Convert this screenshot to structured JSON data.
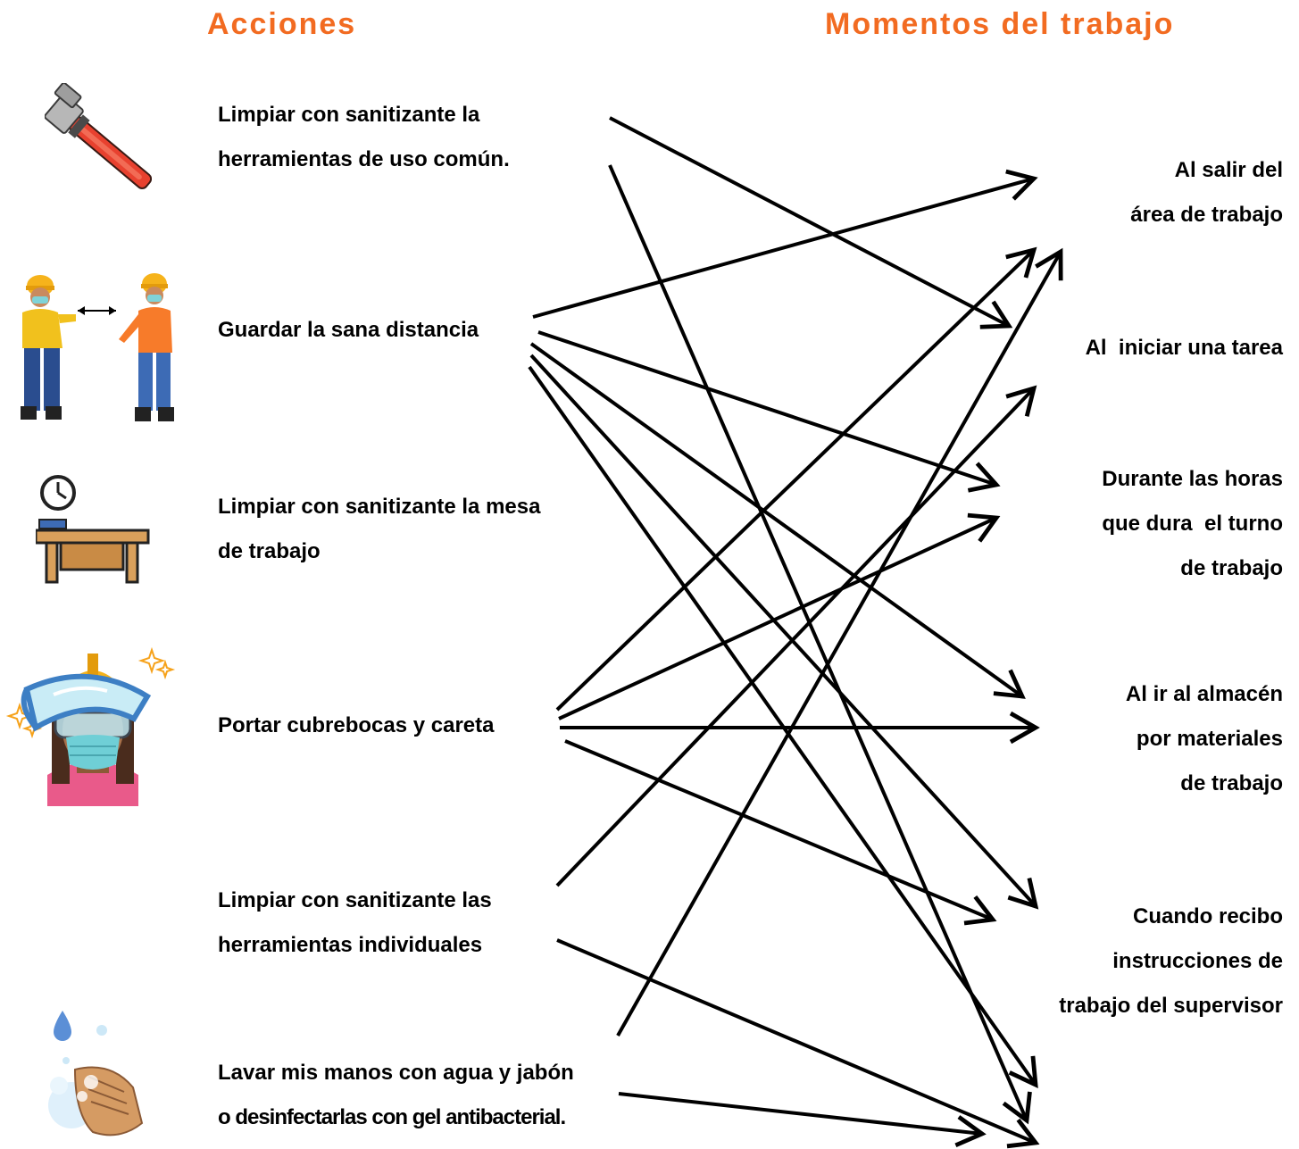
{
  "headers": {
    "actions": "Acciones",
    "moments": "Momentos del trabajo"
  },
  "actions": [
    {
      "lines": [
        "Limpiar con sanitizante la",
        "herramientas de uso común."
      ],
      "icon": "pipe-wrench-icon"
    },
    {
      "lines": [
        "Guardar la sana distancia"
      ],
      "icon": "distancing-workers-icon"
    },
    {
      "lines": [
        "Limpiar con sanitizante la mesa",
        "de trabajo"
      ],
      "icon": "work-desk-clock-icon"
    },
    {
      "lines": [
        "Portar cubrebocas y careta"
      ],
      "icon": "worker-mask-icon"
    },
    {
      "lines": [
        "Limpiar con sanitizante las",
        "herramientas individuales"
      ],
      "icon": "safety-goggles-icon"
    },
    {
      "lines": [
        "Lavar mis manos con agua y jabón",
        "o desinfectarlas con gel antibacterial."
      ],
      "icon": "hand-washing-icon"
    }
  ],
  "moments": [
    {
      "lines": [
        "Al salir del",
        "área de trabajo"
      ]
    },
    {
      "lines": [
        "Al  iniciar una tarea"
      ]
    },
    {
      "lines": [
        "Durante las horas",
        "que dura  el turno",
        "de trabajo"
      ]
    },
    {
      "lines": [
        "Al ir al almacén",
        "por materiales",
        "de trabajo"
      ]
    },
    {
      "lines": [
        "Cuando recibo",
        "instrucciones de",
        "trabajo del supervisor"
      ]
    }
  ],
  "colors": {
    "heading": "#f26b21",
    "text": "#000000",
    "arrow": "#000000"
  }
}
